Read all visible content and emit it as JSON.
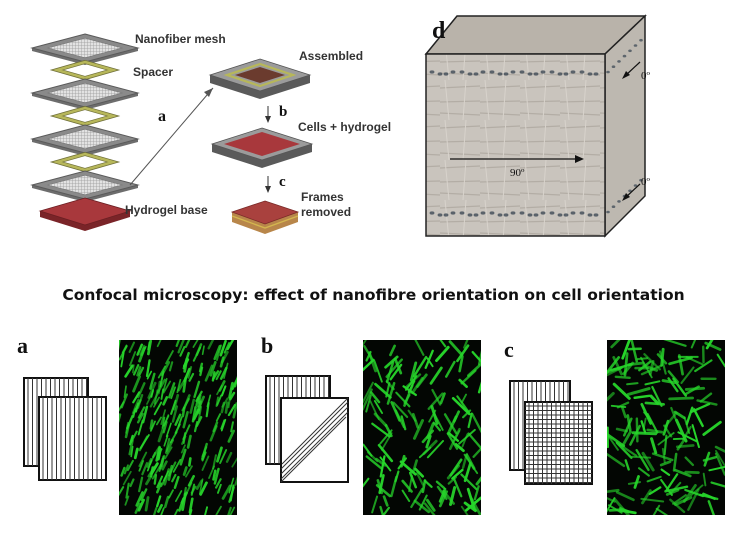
{
  "assembly": {
    "panel_letter": "a",
    "layer_labels": {
      "mesh": "Nanofiber mesh",
      "spacer": "Spacer",
      "base": "Hydrogel base"
    },
    "steps": [
      {
        "label": "Assembled"
      },
      {
        "arrow_letter": "b",
        "label": "Cells + hydrogel"
      },
      {
        "arrow_letter": "c",
        "label": "Frames\nremoved"
      }
    ]
  },
  "cube": {
    "panel_letter": "d",
    "angle_top": "0º",
    "angle_mid": "90º",
    "angle_bottom": "0º"
  },
  "headline": "Confocal microscopy: effect of nanofibre orientation on cell orientation",
  "panels": [
    {
      "letter": "a",
      "grid": "aligned"
    },
    {
      "letter": "b",
      "grid": "diagonal"
    },
    {
      "letter": "c",
      "grid": "crossed"
    }
  ],
  "colors": {
    "cell_green": "#27d62b",
    "hydrogel_red": "#a8383c",
    "spacer_yellow": "#b7b75a",
    "mesh_gray": "#8d8d8d"
  }
}
